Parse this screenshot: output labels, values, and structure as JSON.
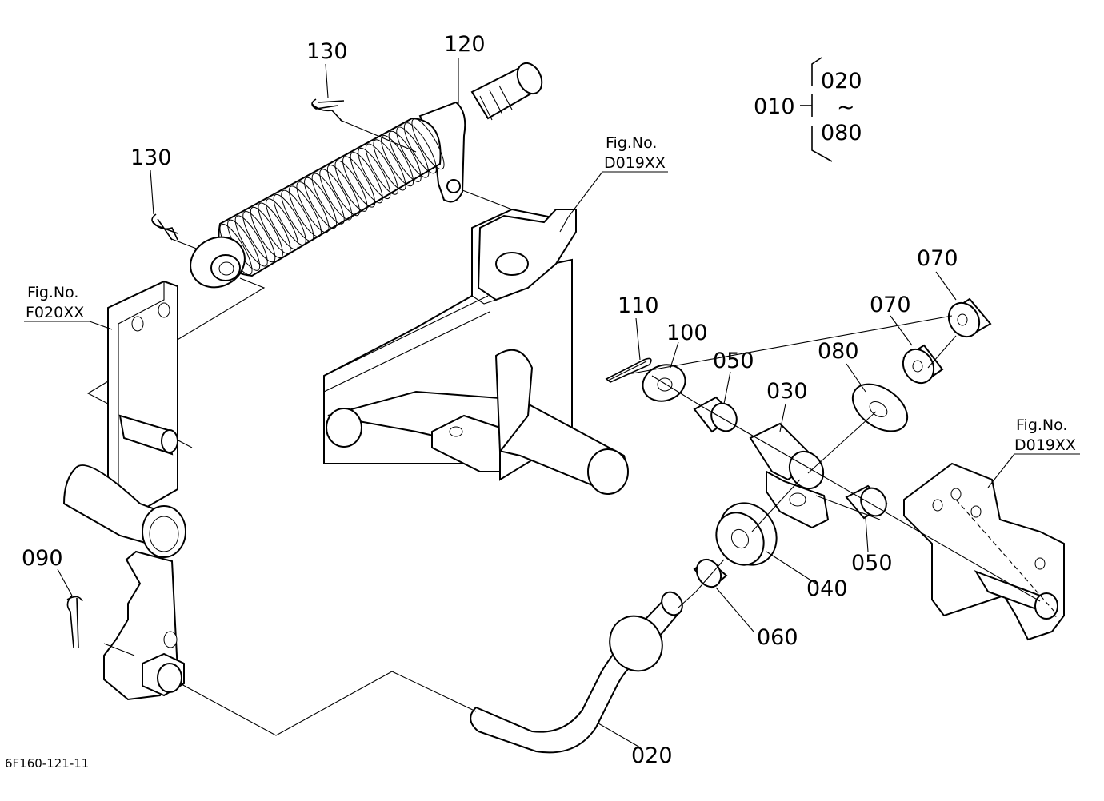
{
  "labels": {
    "p010": "010",
    "p020_range_start": "020",
    "range_sep": "~",
    "p080_range_end": "080",
    "p130_top": "130",
    "p120": "120",
    "p130_left": "130",
    "p110": "110",
    "p100": "100",
    "p050_top": "050",
    "p030": "030",
    "p080": "080",
    "p070_mid": "070",
    "p070_top": "070",
    "p040": "040",
    "p050_right": "050",
    "p060": "060",
    "p090": "090",
    "p020": "020"
  },
  "references": {
    "fig_top_label": "Fig.No.",
    "fig_top_code": "D019XX",
    "fig_left_label": "Fig.No.",
    "fig_left_code": "F020XX",
    "fig_right_label": "Fig.No.",
    "fig_right_code": "D019XX"
  },
  "drawing_code": "6F160-121-11"
}
